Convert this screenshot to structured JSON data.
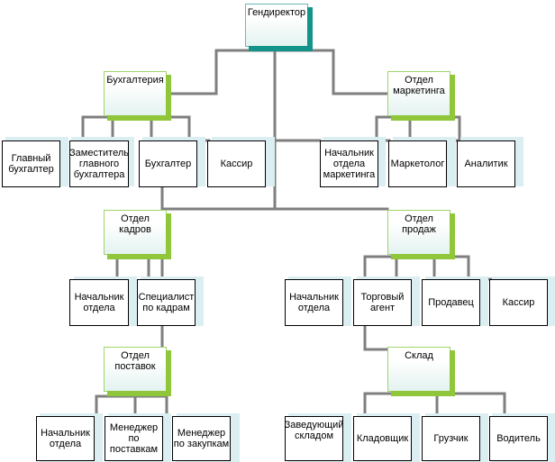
{
  "root": {
    "label": "Гендиректор"
  },
  "departments": {
    "accounting": {
      "label": "Бухгалтерия"
    },
    "marketing": {
      "label": "Отдел маркетинга"
    },
    "hr": {
      "label": "Отдел кадров"
    },
    "sales": {
      "label": "Отдел продаж"
    },
    "supply": {
      "label": "Отдел поставок"
    },
    "warehouse": {
      "label": "Склад"
    }
  },
  "staff": {
    "chief_accountant": "Главный бухгалтер",
    "deputy_chief_accountant": "Заместитель главного бухгалтера",
    "accountant": "Бухгалтер",
    "cashier_accounting": "Кассир",
    "head_marketing": "Начальник отдела маркетинга",
    "marketer": "Маркетолог",
    "analyst": "Аналитик",
    "head_hr": "Начальник отдела",
    "hr_specialist": "Специалист по кадрам",
    "head_sales": "Начальник отдела",
    "sales_agent": "Торговый агент",
    "salesman": "Продавец",
    "cashier_sales": "Кассир",
    "head_supply": "Начальник отдела",
    "supply_manager": "Менеджер по поставкам",
    "purchase_manager": "Менеджер по закупкам",
    "warehouse_head": "Заведующий складом",
    "storekeeper": "Кладовщик",
    "loader": "Грузчик",
    "driver": "Водитель"
  }
}
